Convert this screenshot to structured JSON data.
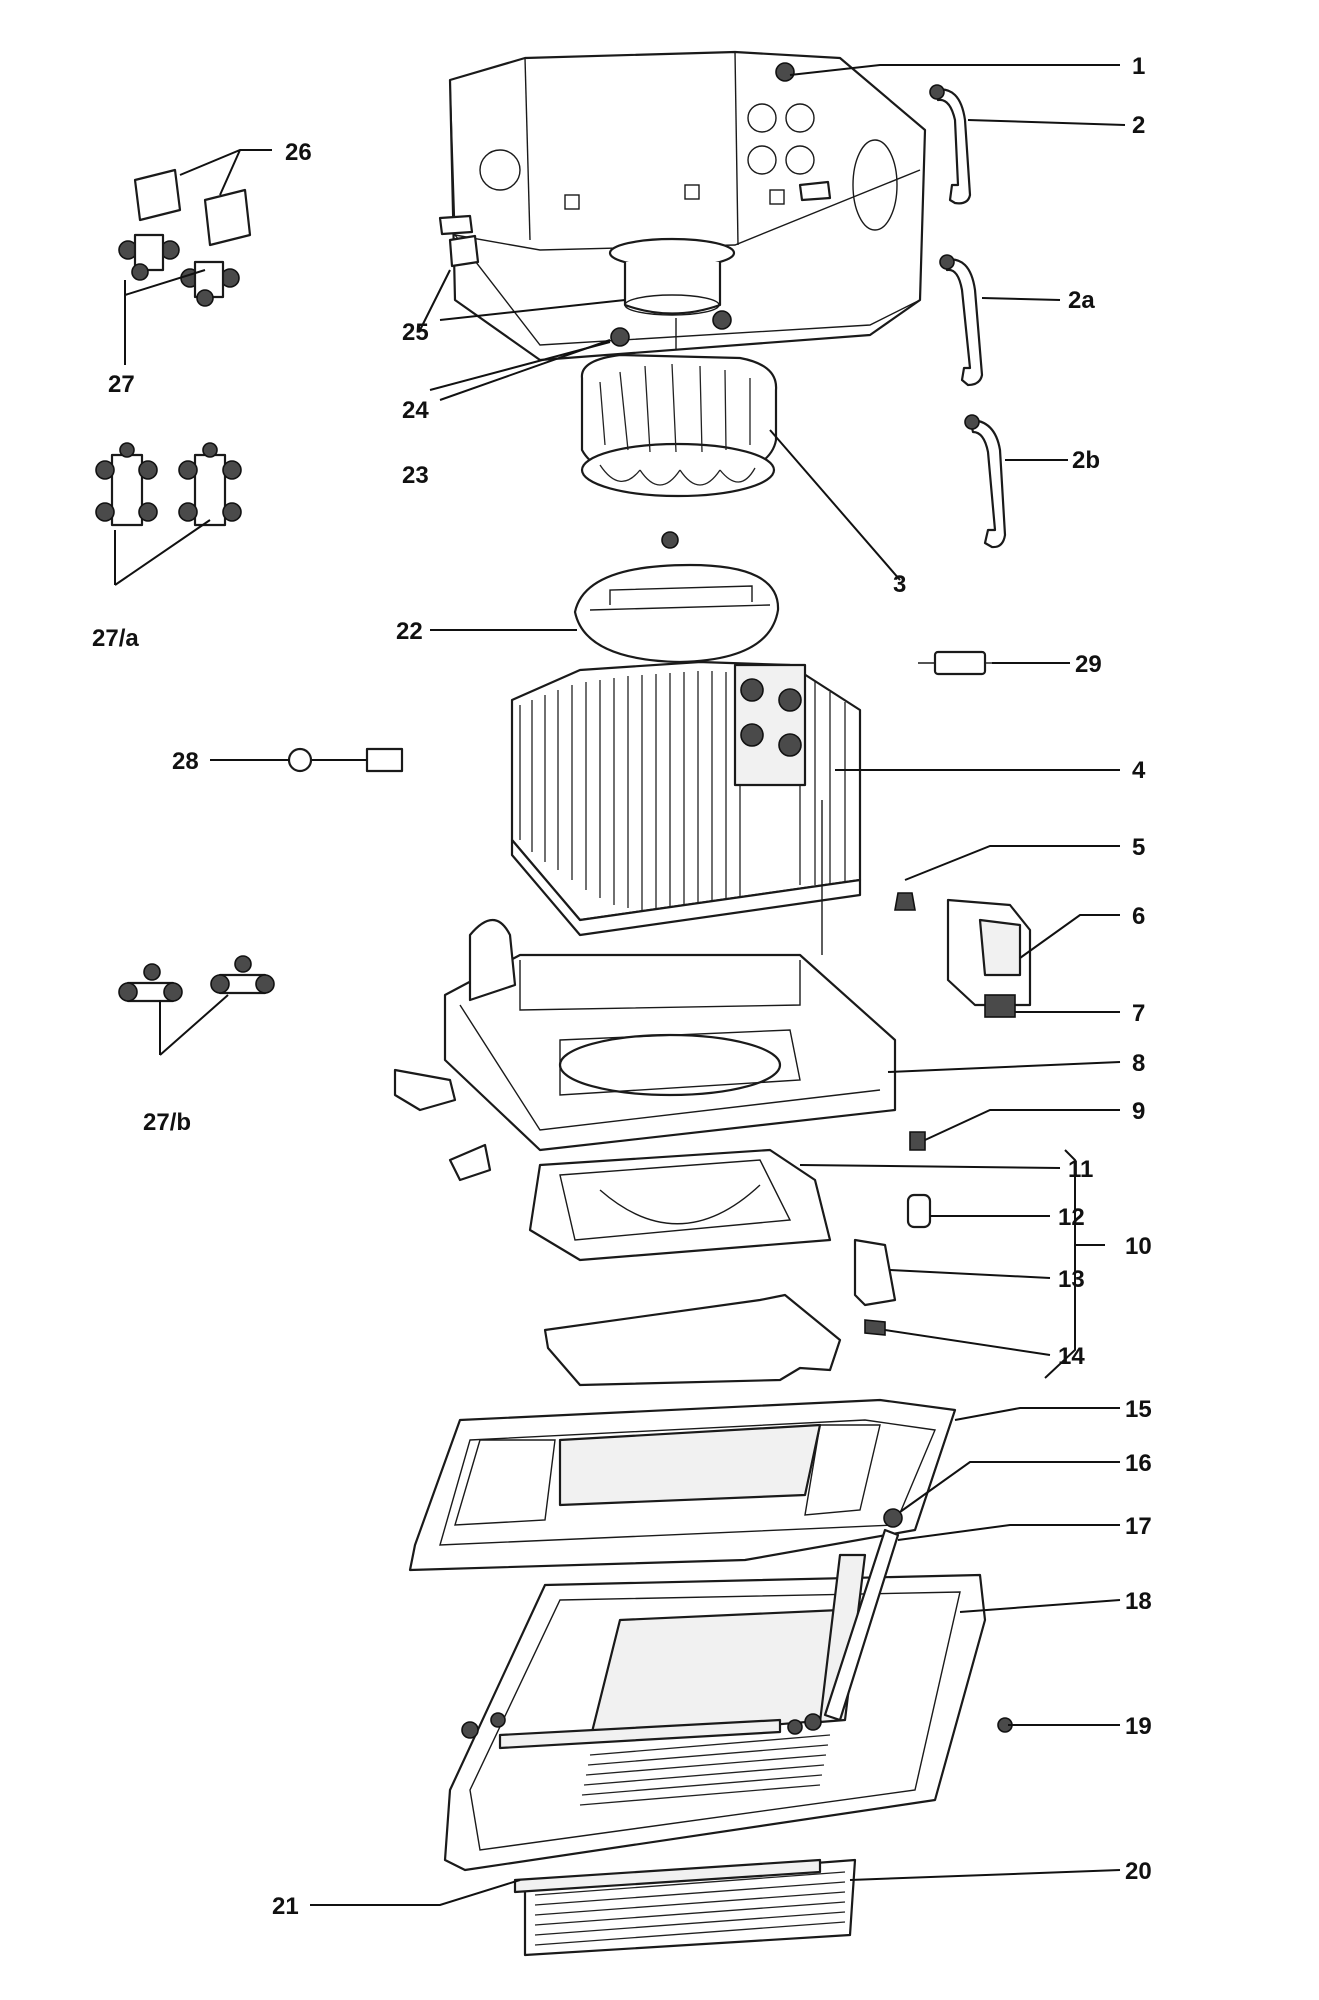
{
  "diagram": {
    "callouts": [
      {
        "id": "c1",
        "label": "1"
      },
      {
        "id": "c2",
        "label": "2"
      },
      {
        "id": "c2a",
        "label": "2a"
      },
      {
        "id": "c2b",
        "label": "2b"
      },
      {
        "id": "c3",
        "label": "3"
      },
      {
        "id": "c4",
        "label": "4"
      },
      {
        "id": "c5",
        "label": "5"
      },
      {
        "id": "c6",
        "label": "6"
      },
      {
        "id": "c7",
        "label": "7"
      },
      {
        "id": "c8",
        "label": "8"
      },
      {
        "id": "c9",
        "label": "9"
      },
      {
        "id": "c10",
        "label": "10"
      },
      {
        "id": "c11",
        "label": "11"
      },
      {
        "id": "c12",
        "label": "12"
      },
      {
        "id": "c13",
        "label": "13"
      },
      {
        "id": "c14",
        "label": "14"
      },
      {
        "id": "c15",
        "label": "15"
      },
      {
        "id": "c16",
        "label": "16"
      },
      {
        "id": "c17",
        "label": "17"
      },
      {
        "id": "c18",
        "label": "18"
      },
      {
        "id": "c19",
        "label": "19"
      },
      {
        "id": "c20",
        "label": "20"
      },
      {
        "id": "c21",
        "label": "21"
      },
      {
        "id": "c22",
        "label": "22"
      },
      {
        "id": "c23",
        "label": "23"
      },
      {
        "id": "c24",
        "label": "24"
      },
      {
        "id": "c25",
        "label": "25"
      },
      {
        "id": "c26",
        "label": "26"
      },
      {
        "id": "c27",
        "label": "27"
      },
      {
        "id": "c27a",
        "label": "27/a"
      },
      {
        "id": "c27b",
        "label": "27/b"
      },
      {
        "id": "c28",
        "label": "28"
      },
      {
        "id": "c29",
        "label": "29"
      }
    ]
  }
}
